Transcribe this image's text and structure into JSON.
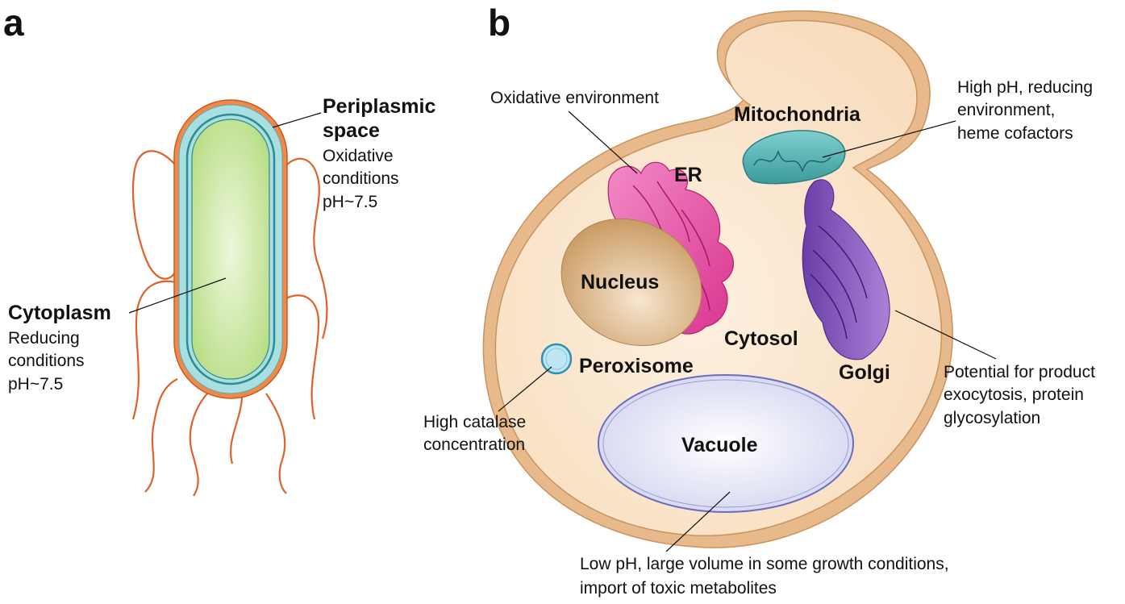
{
  "panels": {
    "a": {
      "letter": "a"
    },
    "b": {
      "letter": "b"
    }
  },
  "bacterium": {
    "periplasm": {
      "title_line1": "Periplasmic",
      "title_line2": "space",
      "desc_lines": [
        "Oxidative",
        "conditions",
        "pH~7.5"
      ]
    },
    "cytoplasm": {
      "title": "Cytoplasm",
      "desc_lines": [
        "Reducing",
        "conditions",
        "pH~7.5"
      ]
    }
  },
  "yeast": {
    "er": {
      "label": "ER",
      "note": "Oxidative environment"
    },
    "mitochondria": {
      "label": "Mitochondria",
      "note_lines": [
        "High pH, reducing",
        "environment,",
        "heme cofactors"
      ]
    },
    "nucleus": {
      "label": "Nucleus"
    },
    "golgi": {
      "label": "Golgi",
      "note_lines": [
        "Potential for product",
        "exocytosis, protein",
        "glycosylation"
      ]
    },
    "cytosol": {
      "label": "Cytosol"
    },
    "peroxisome": {
      "label": "Peroxisome",
      "note_lines": [
        "High catalase",
        "concentration"
      ]
    },
    "vacuole": {
      "label": "Vacuole",
      "note_lines": [
        "Low pH, large volume in some growth conditions,",
        "import of toxic metabolites"
      ]
    }
  },
  "colors": {
    "cell_wall": "#e8b98a",
    "cell_fill": "#fbe7cf",
    "cell_outline": "#c9935f",
    "bact_outer": "#f08a4b",
    "bact_periplasm": "#a9dfe0",
    "bact_cytoplasm": "#c9e8a0",
    "flagella": "#e0622a",
    "er": "#e85aa8",
    "mito": "#4fb3b3",
    "golgi": "#8a5bbf",
    "nucleus": "#d9b07f",
    "vacuole": "#e6e6f7",
    "peroxisome": "#bfe6f2"
  }
}
